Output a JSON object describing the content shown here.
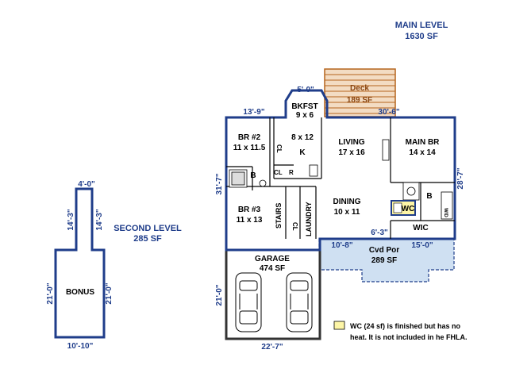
{
  "main_level": {
    "title": "MAIN LEVEL",
    "area": "1630 SF",
    "dims": {
      "top_left": "13'-9\"",
      "top_mid": "5'-0\"",
      "top_right": "30'-6\"",
      "left": "31'-7\"",
      "right": "28'-7\"",
      "garage_bottom": "22'-7\"",
      "garage_left": "21'-0\"",
      "porch_left": "10'-8\"",
      "porch_mid": "6'-3\"",
      "porch_right": "15'-0\""
    },
    "rooms": {
      "deck": {
        "name": "Deck",
        "size": "189 SF"
      },
      "bkfst": {
        "name": "BKFST",
        "size": "9 x 6"
      },
      "br2": {
        "name": "BR #2",
        "size": "11 x 11.5"
      },
      "kitchen": {
        "size": "8 x 12",
        "name": "K"
      },
      "living": {
        "name": "LIVING",
        "size": "17 x 16"
      },
      "main_br": {
        "name": "MAIN BR",
        "size": "14 x 14"
      },
      "br3": {
        "name": "BR #3",
        "size": "11 x 13"
      },
      "stairs": {
        "name": "STAIRS"
      },
      "laundry": {
        "name": "LAUNDRY"
      },
      "dining": {
        "name": "DINING",
        "size": "10 x 11"
      },
      "garage": {
        "name": "GARAGE",
        "size": "474 SF"
      },
      "porch": {
        "name": "Cvd Por",
        "size": "289 SF"
      },
      "wc": {
        "name": "WC"
      },
      "wic": {
        "name": "WIC"
      },
      "bath1": {
        "name": "B"
      },
      "bath2": {
        "name": "B"
      },
      "cl1": {
        "name": "CL"
      },
      "cl2": {
        "name": "CL"
      },
      "cl3": {
        "name": "CL"
      },
      "r": {
        "name": "R"
      },
      "wd": {
        "name": "W/D"
      }
    }
  },
  "second_level": {
    "title": "SECOND LEVEL",
    "area": "285 SF",
    "room": "BONUS",
    "dims": {
      "top": "4'-0\"",
      "neck_left": "14'-3\"",
      "neck_right": "14'-3\"",
      "body_left": "21'-0\"",
      "body_right": "21'-0\"",
      "bottom": "10'-10\""
    }
  },
  "note": {
    "line1": "WC (24 sf) is finished but has no",
    "line2": "heat.  It is not included in he FHLA.",
    "swatch_color": "#fdf5a6"
  },
  "colors": {
    "wall": "#1f3d8a",
    "deck_fill": "#f3dcc3",
    "deck_stroke": "#b5651d",
    "porch_fill": "#cfe0f2",
    "garage_fill": "#ffffff",
    "wc_fill": "#fdf5a6"
  }
}
